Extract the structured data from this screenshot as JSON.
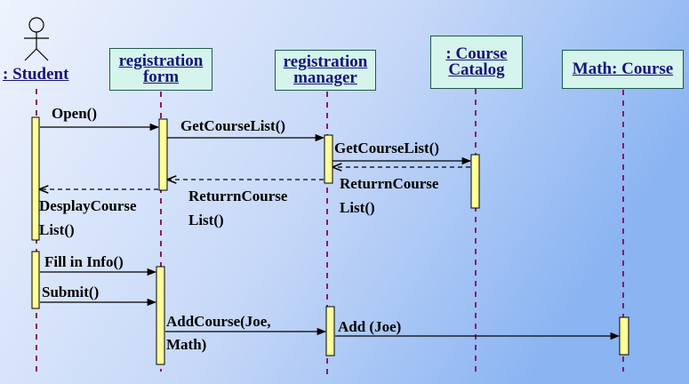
{
  "actor": {
    "name": ": Student",
    "icon": "stick-figure-icon"
  },
  "objects": [
    {
      "id": "regform",
      "line1": "registration",
      "line2": "form"
    },
    {
      "id": "regmgr",
      "line1": "registration",
      "line2": "manager"
    },
    {
      "id": "catalog",
      "line1": ": Course",
      "line2": "Catalog"
    },
    {
      "id": "math",
      "line1": "Math: Course",
      "line2": ""
    }
  ],
  "messages": [
    {
      "id": "open",
      "label": "Open()"
    },
    {
      "id": "getlist1",
      "label": "GetCourseList()"
    },
    {
      "id": "getlist2",
      "label": "GetCourseList()"
    },
    {
      "id": "return2_l1",
      "label": "ReturrnCourse"
    },
    {
      "id": "return2_l2",
      "label": "List()"
    },
    {
      "id": "return1_l1",
      "label": "ReturrnCourse"
    },
    {
      "id": "return1_l2",
      "label": "List()"
    },
    {
      "id": "display_l1",
      "label": "DesplayCourse"
    },
    {
      "id": "display_l2",
      "label": "List()"
    },
    {
      "id": "fillin",
      "label": "Fill in Info()"
    },
    {
      "id": "submit",
      "label": "Submit()"
    },
    {
      "id": "addcourse_l1",
      "label": "AddCourse(Joe,"
    },
    {
      "id": "addcourse_l2",
      "label": "Math)"
    },
    {
      "id": "add",
      "label": "Add (Joe)"
    }
  ],
  "colors": {
    "background_top": "#eef3fd",
    "background_bottom": "#8ab4f2",
    "object_fill": "#d4f4ec",
    "object_border": "#1c5a4a",
    "object_text": "#16147a",
    "lifeline": "#8a1a6a",
    "activation_fill": "#ffff99"
  }
}
